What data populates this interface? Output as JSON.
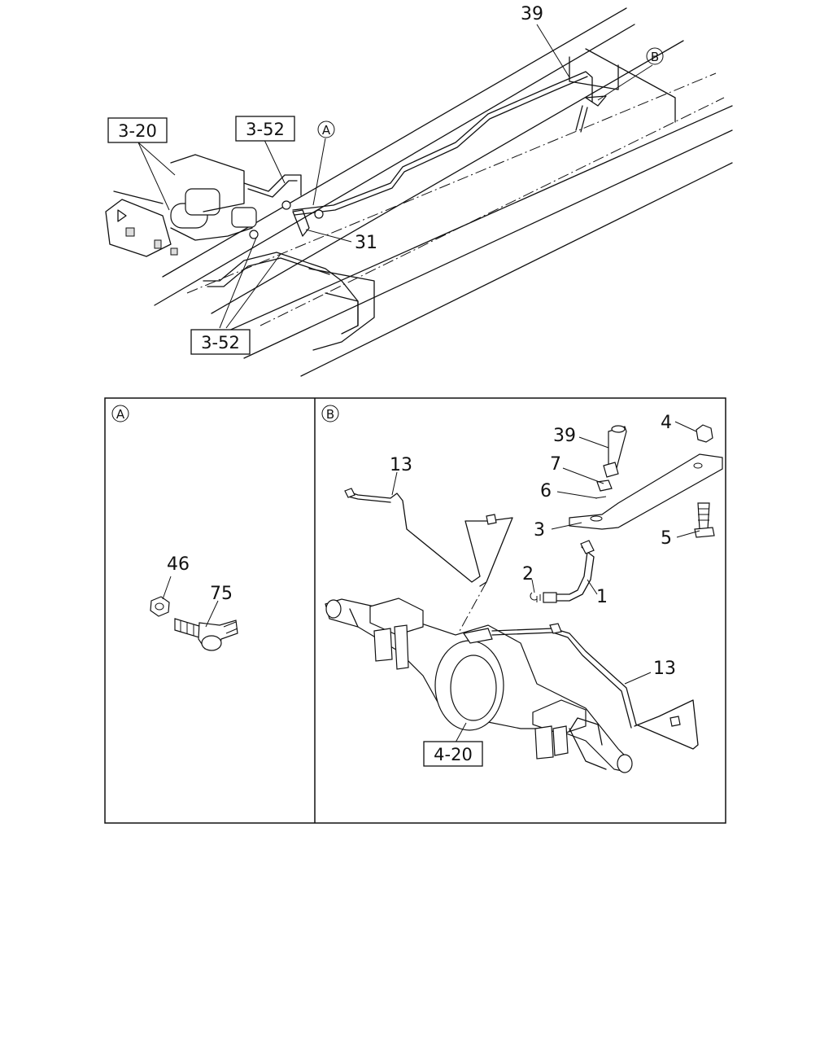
{
  "callouts": {
    "top": {
      "n39": "39",
      "b_marker": "B",
      "a_marker": "A",
      "n31": "31",
      "ref_3_20": "3-20",
      "ref_3_52_top": "3-52",
      "ref_3_52_bottom": "3-52"
    },
    "panel_a": {
      "marker": "A",
      "n46": "46",
      "n75": "75"
    },
    "panel_b": {
      "marker": "B",
      "n39": "39",
      "n4": "4",
      "n7": "7",
      "n6": "6",
      "n3": "3",
      "n5": "5",
      "n13_top": "13",
      "n2": "2",
      "n1": "1",
      "n13_right": "13",
      "ref_4_20": "4-20"
    }
  }
}
